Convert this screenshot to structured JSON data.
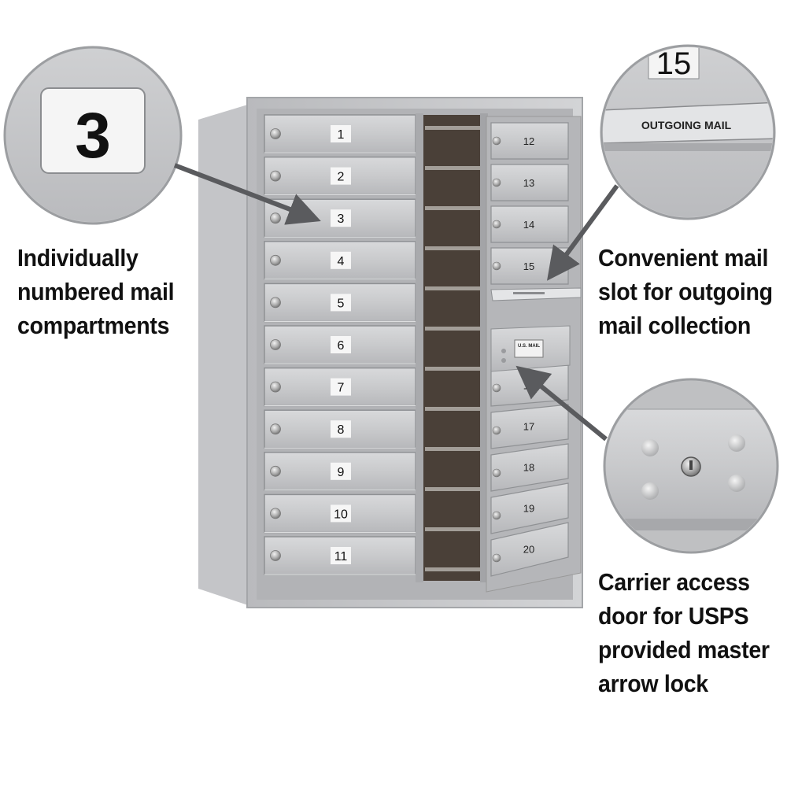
{
  "callouts": {
    "compartments": {
      "lines": [
        "Individually",
        "numbered mail",
        "compartments"
      ]
    },
    "outgoing_slot": {
      "lines": [
        "Convenient mail",
        "slot for outgoing",
        "mail collection"
      ]
    },
    "carrier_door": {
      "lines": [
        "Carrier access",
        "door for USPS",
        "provided master",
        "arrow lock"
      ]
    }
  },
  "zoom_insets": {
    "compartment_number": "3",
    "slot_number": "15",
    "slot_label": "OUTGOING MAIL"
  },
  "mailbox": {
    "left_doors": [
      "1",
      "2",
      "3",
      "4",
      "5",
      "6",
      "7",
      "8",
      "9",
      "10",
      "11"
    ],
    "right_doors_top": [
      "12",
      "13",
      "14",
      "15"
    ],
    "right_doors_bottom": [
      "16",
      "17",
      "18",
      "19",
      "20"
    ],
    "tag_text": "U.S. MAIL"
  },
  "colors": {
    "aluminum": "#c6c7c9",
    "aluminum_light": "#dadbdd",
    "aluminum_dark": "#9c9ea1",
    "interior": "#4a4038",
    "text": "#111111"
  }
}
